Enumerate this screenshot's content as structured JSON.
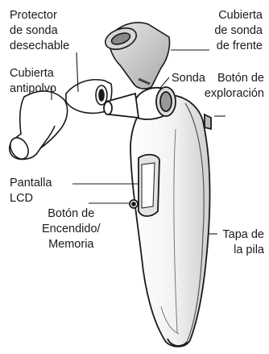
{
  "labels": {
    "disposable_probe_cover": [
      "Protector",
      "de sonda",
      "desechable"
    ],
    "probe_cover_front": [
      "Cubierta",
      "de sonda",
      "de frente"
    ],
    "dust_cover": [
      "Cubierta",
      "antipolvo"
    ],
    "probe": [
      "Sonda"
    ],
    "scan_button": [
      "Botón de",
      "exploración"
    ],
    "lcd_display": [
      "Pantalla",
      "LCD"
    ],
    "power_memory_button": [
      "Botón de",
      "Encendido/",
      "Memoria"
    ],
    "battery_cover": [
      "Tapa de",
      "la pila"
    ]
  },
  "colors": {
    "line": "#1a1a1a",
    "shade": "#b8b8b8",
    "dark": "#555555"
  }
}
